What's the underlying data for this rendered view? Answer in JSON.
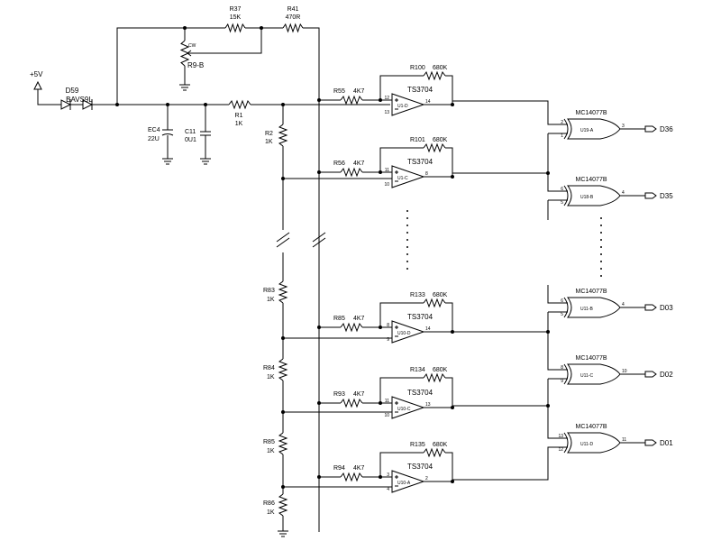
{
  "power": {
    "label": "+5V"
  },
  "diodes": {
    "ref": "D59",
    "part": "BAVS9L"
  },
  "trimmer": {
    "ref": "R9-B",
    "cw": "CW"
  },
  "resistors": {
    "r37": {
      "ref": "R37",
      "val": "15K"
    },
    "r41": {
      "ref": "R41",
      "val": "470R"
    },
    "r1": {
      "ref": "R1",
      "val": "1K"
    },
    "r2": {
      "ref": "R2",
      "val": "1K"
    },
    "r83": {
      "ref": "R83",
      "val": "1K"
    },
    "r84": {
      "ref": "R84",
      "val": "1K"
    },
    "r85": {
      "ref": "R85",
      "val": "1K"
    },
    "r86": {
      "ref": "R86",
      "val": "1K"
    }
  },
  "caps": {
    "ec4": {
      "ref": "EC4",
      "val": "22U"
    },
    "c11": {
      "ref": "C11",
      "val": "0U1"
    }
  },
  "comparators": [
    {
      "rin_ref": "R55",
      "rin_val": "4K7",
      "rfb_ref": "R100",
      "rfb_val": "680K",
      "part": "TS3704",
      "unit": "U1-D",
      "pin_p": "12",
      "pin_n": "13",
      "pin_o": "14"
    },
    {
      "rin_ref": "R56",
      "rin_val": "4K7",
      "rfb_ref": "R101",
      "rfb_val": "680K",
      "part": "TS3704",
      "unit": "U1-C",
      "pin_p": "11",
      "pin_n": "10",
      "pin_o": "8"
    },
    {
      "rin_ref": "R85",
      "rin_val": "4K7",
      "rfb_ref": "R133",
      "rfb_val": "680K",
      "part": "TS3704",
      "unit": "U10-D",
      "pin_p": "8",
      "pin_n": "9",
      "pin_o": "14"
    },
    {
      "rin_ref": "R93",
      "rin_val": "4K7",
      "rfb_ref": "R134",
      "rfb_val": "680K",
      "part": "TS3704",
      "unit": "U10-C",
      "pin_p": "11",
      "pin_n": "10",
      "pin_o": "13"
    },
    {
      "rin_ref": "R94",
      "rin_val": "4K7",
      "rfb_ref": "R135",
      "rfb_val": "680K",
      "part": "TS3704",
      "unit": "U10-A",
      "pin_p": "3",
      "pin_n": "4",
      "pin_o": "2"
    }
  ],
  "gates": [
    {
      "part": "MC14077B",
      "unit": "U19-A",
      "pin_a": "2",
      "pin_b": "1",
      "pin_o": "3",
      "out": "D36"
    },
    {
      "part": "MC14077B",
      "unit": "U18-B",
      "pin_a": "6",
      "pin_b": "5",
      "pin_o": "4",
      "out": "D35"
    },
    {
      "part": "MC14077B",
      "unit": "U11-B",
      "pin_a": "6",
      "pin_b": "5",
      "pin_o": "4",
      "out": "D03"
    },
    {
      "part": "MC14077B",
      "unit": "U11-C",
      "pin_a": "8",
      "pin_b": "9",
      "pin_o": "10",
      "out": "D02"
    },
    {
      "part": "MC14077B",
      "unit": "U11-D",
      "pin_a": "13",
      "pin_b": "12",
      "pin_o": "11",
      "out": "D01"
    }
  ]
}
